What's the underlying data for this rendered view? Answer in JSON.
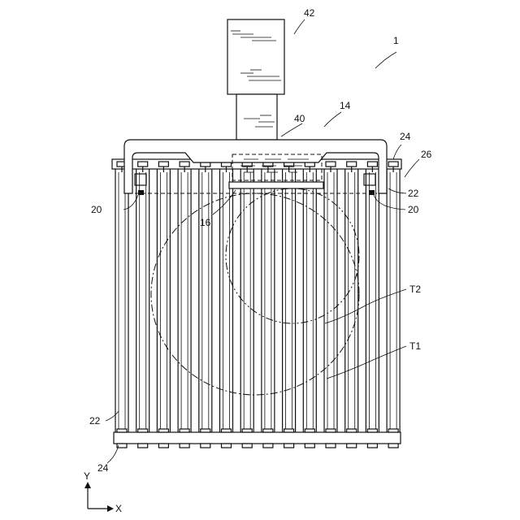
{
  "labels": {
    "device": "1",
    "unit_14": "14",
    "motor": "42",
    "shaft": "40",
    "frame_24_top": "24",
    "conveyor": "26",
    "roller_22_right": "22",
    "sensor_20_left": "20",
    "sensor_20_right": "20",
    "head_16": "16",
    "track_t2": "T2",
    "track_t1": "T1",
    "roller_22_left": "22",
    "frame_24_bottom": "24",
    "axis_y": "Y",
    "axis_x": "X"
  }
}
